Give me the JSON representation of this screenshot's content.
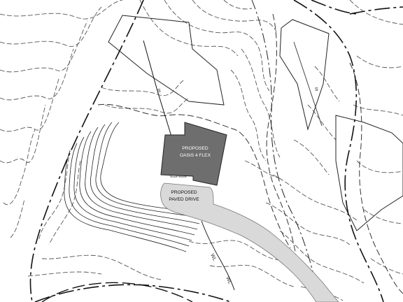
{
  "building": {
    "label_line1": "PROPOSED",
    "label_line2": "OASIS 4 FLEX",
    "fill_color": "#6e6e6e"
  },
  "drive": {
    "label_line1": "PROPOSED",
    "label_line2": "PAVED DRIVE",
    "fill_color": "#d9d9d9"
  },
  "annotations": {
    "septic_tag_left": "S",
    "septic_tag_right": "S",
    "water_tag_1": "WL",
    "water_tag_2": "WL"
  }
}
